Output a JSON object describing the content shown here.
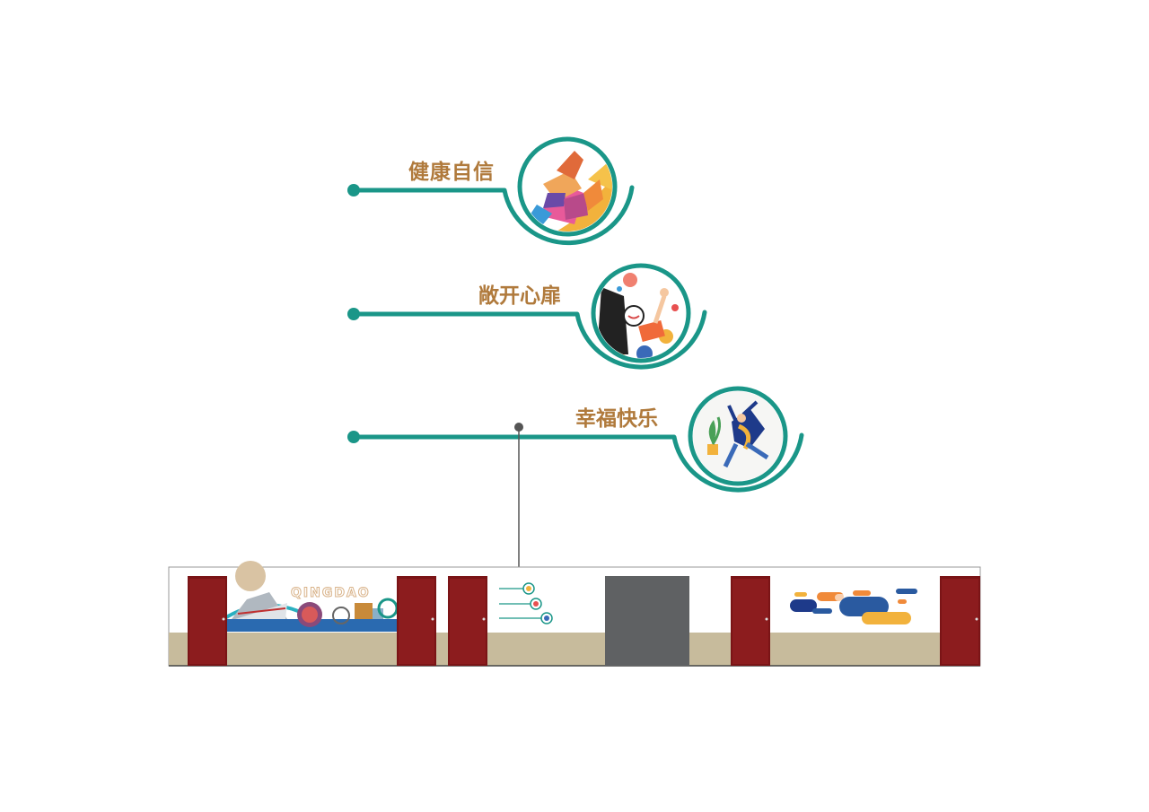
{
  "colors": {
    "teal": "#1a9688",
    "label_brown": "#b07a3c",
    "door_red": "#7a1416",
    "floor_tan": "#c7bb9c",
    "gray_panel": "#5f6163",
    "leader_gray": "#555555"
  },
  "signs": [
    {
      "label": "健康自信",
      "illustration": "thumbs-up-icon"
    },
    {
      "label": "敞开心扉",
      "illustration": "cheering-girl-icon"
    },
    {
      "label": "幸福快乐",
      "illustration": "jumping-person-icon"
    }
  ],
  "wall": {
    "mural_title": "QINGDAO",
    "doors": 5
  }
}
